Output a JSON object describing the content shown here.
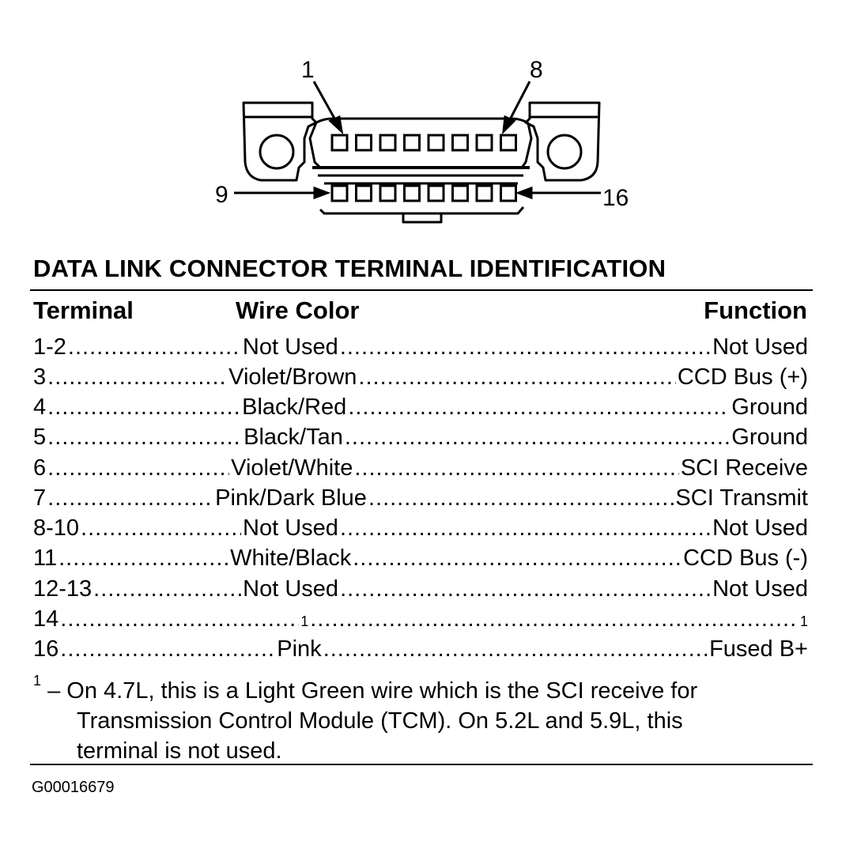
{
  "diagram": {
    "pin_label_1": "1",
    "pin_label_8": "8",
    "pin_label_9": "9",
    "pin_label_16": "16"
  },
  "title": "DATA LINK CONNECTOR TERMINAL IDENTIFICATION",
  "headers": {
    "terminal": "Terminal",
    "wire_color": "Wire Color",
    "function": "Function"
  },
  "rows": [
    {
      "terminal": "1-2",
      "color": "Not Used",
      "function": "Not Used"
    },
    {
      "terminal": "3",
      "color": "Violet/Brown",
      "function": "CCD Bus (+)"
    },
    {
      "terminal": "4",
      "color": "Black/Red",
      "function": "Ground"
    },
    {
      "terminal": "5",
      "color": "Black/Tan",
      "function": "Ground"
    },
    {
      "terminal": "6",
      "color": "Violet/White",
      "function": "SCI Receive"
    },
    {
      "terminal": "7",
      "color": "Pink/Dark Blue",
      "function": "SCI Transmit"
    },
    {
      "terminal": "8-10",
      "color": "Not Used",
      "function": "Not Used"
    },
    {
      "terminal": "11",
      "color": "White/Black",
      "function": "CCD Bus (-)"
    },
    {
      "terminal": "12-13",
      "color": "Not Used",
      "function": "Not Used"
    },
    {
      "terminal": "14",
      "color": "1",
      "function": "1"
    },
    {
      "terminal": "16",
      "color": "Pink",
      "function": "Fused B+"
    }
  ],
  "footnote": {
    "marker": "1",
    "line1": " – On 4.7L, this is a Light Green wire which is the SCI receive for",
    "line2": "Transmission Control Module (TCM). On 5.2L and 5.9L, this",
    "line3": "terminal is not used."
  },
  "figure_code": "G00016679"
}
